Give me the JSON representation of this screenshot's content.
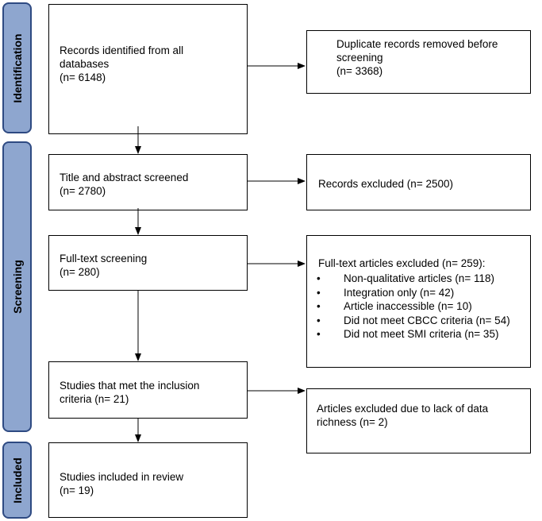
{
  "phases": {
    "identification": "Identification",
    "screening": "Screening",
    "included": "Included"
  },
  "boxes": {
    "records_identified": "Records identified from all\ndatabases\n(n= 6148)",
    "duplicates_removed": "Duplicate records removed before\nscreening\n(n= 3368)",
    "title_abstract": "Title and abstract screened\n(n= 2780)",
    "records_excluded": "Records excluded (n= 2500)",
    "full_text_screening": "Full-text screening\n(n= 280)",
    "full_text_excluded": {
      "title": "Full-text articles excluded (n= 259):",
      "items": [
        "Non-qualitative articles (n= 118)",
        "Integration only (n= 42)",
        "Article inaccessible (n= 10)",
        "Did not meet CBCC criteria (n= 54)",
        "Did not meet SMI criteria (n= 35)"
      ]
    },
    "met_inclusion": "Studies that met the inclusion\ncriteria (n= 21)",
    "excluded_data_richness": "Articles excluded due to lack of data\nrichness (n= 2)",
    "included_review": "Studies included in review\n(n= 19)"
  }
}
